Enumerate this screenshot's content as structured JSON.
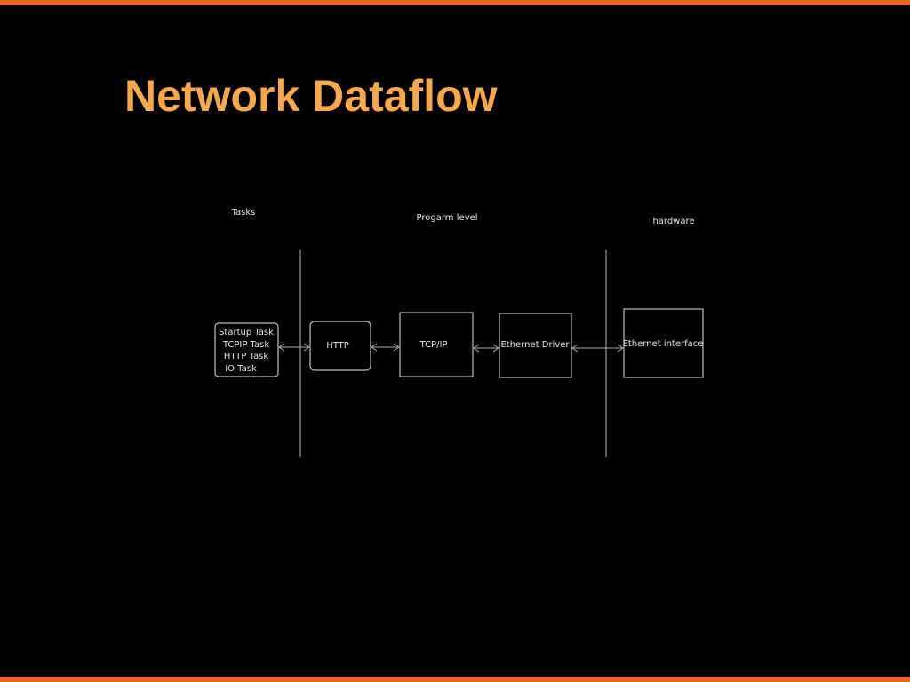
{
  "slide": {
    "title": "Network Dataflow",
    "accent_color": "#e8652a",
    "title_color": "#f7a948"
  },
  "diagram": {
    "columns": {
      "tasks": "Tasks",
      "program": "Progarm level",
      "hardware": "hardware"
    },
    "tasks_box": {
      "lines": [
        "Startup Task",
        "TCPIP Task",
        "HTTP Task",
        "IO Task"
      ]
    },
    "nodes": {
      "http": "HTTP",
      "tcpip": "TCP/IP",
      "eth_driver": "Ethernet Driver",
      "eth_interface": "Ethernet interface"
    },
    "connections": [
      {
        "from": "tasks_box",
        "to": "http",
        "style": "bidirectional"
      },
      {
        "from": "http",
        "to": "tcpip",
        "style": "bidirectional"
      },
      {
        "from": "tcpip",
        "to": "eth_driver",
        "style": "bidirectional"
      },
      {
        "from": "eth_driver",
        "to": "eth_interface",
        "style": "bidirectional"
      }
    ]
  }
}
